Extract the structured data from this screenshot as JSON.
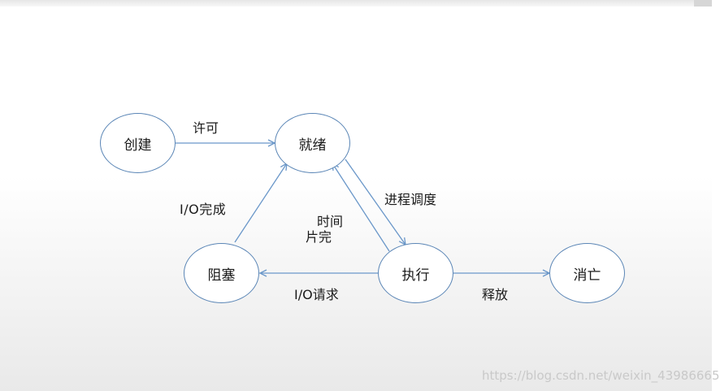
{
  "nodes": {
    "create": "创建",
    "ready": "就绪",
    "blocked": "阻塞",
    "running": "执行",
    "terminated": "消亡"
  },
  "edges": {
    "admit": "许可",
    "io_done": "I/O完成",
    "schedule": "进程调度",
    "timeslice_line1": "时间",
    "timeslice_line2": "片完",
    "io_request": "I/O请求",
    "release": "释放"
  },
  "watermark": "https://blog.csdn.net/weixin_43986665",
  "colors": {
    "node_border": "#5b86b6",
    "arrow": "#6a97c9"
  }
}
